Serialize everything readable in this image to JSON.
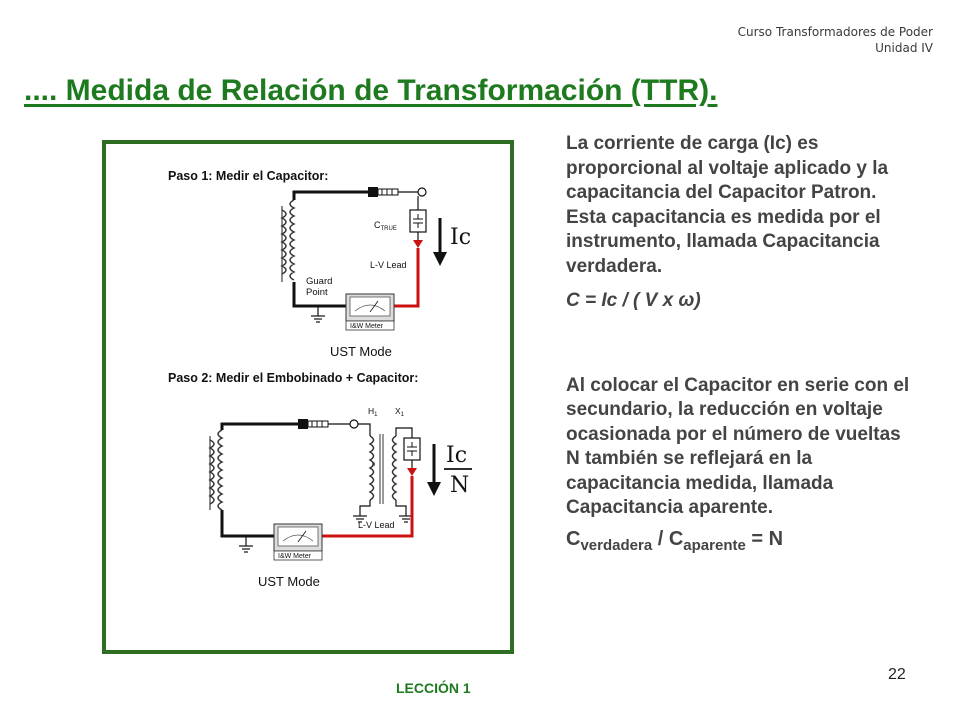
{
  "header": {
    "course": "Curso Transformadores de Poder",
    "unit": "Unidad IV"
  },
  "title": ".... Medida de Relación de Transformación (TTR).",
  "diagram": {
    "step1_label": "Paso 1: Medir el Capacitor:",
    "step2_label": "Paso 2: Medir el Embobinado + Capacitor:",
    "c_true": "C",
    "c_true_sub": "TRUE",
    "lv_lead": "L-V Lead",
    "guard": "Guard",
    "point": "Point",
    "meter": "I&W Meter",
    "mode": "UST Mode",
    "ic": "Ic",
    "n": "N",
    "h1": "H",
    "h1_sub": "1",
    "x1": "X",
    "x1_sub": "1",
    "n_small": "n",
    "colors": {
      "frame": "#2d6e22",
      "wire": "#111111",
      "lead": "#cc1111"
    }
  },
  "text": {
    "paragraph1": "La corriente de carga (Ic) es proporcional al voltaje aplicado y la capacitancia del Capacitor Patron. Esta capacitancia es medida por el instrumento, llamada Capacitancia verdadera.",
    "formula1": "C = Ic / ( V x ω)",
    "paragraph2": "Al colocar el Capacitor en serie con el secundario, la reducción en voltaje ocasionada por el número de vueltas N también se reflejará en la capacitancia medida, llamada Capacitancia aparente.",
    "formula2_c1": "C",
    "formula2_sub1": "verdadera",
    "formula2_slash": " / ",
    "formula2_c2": "C",
    "formula2_sub2": "aparente",
    "formula2_eq": " = N"
  },
  "footer": {
    "lesson": "LECCIÓN 1",
    "page": "22"
  },
  "colors": {
    "title": "#1e7a1e",
    "text": "#444444"
  }
}
